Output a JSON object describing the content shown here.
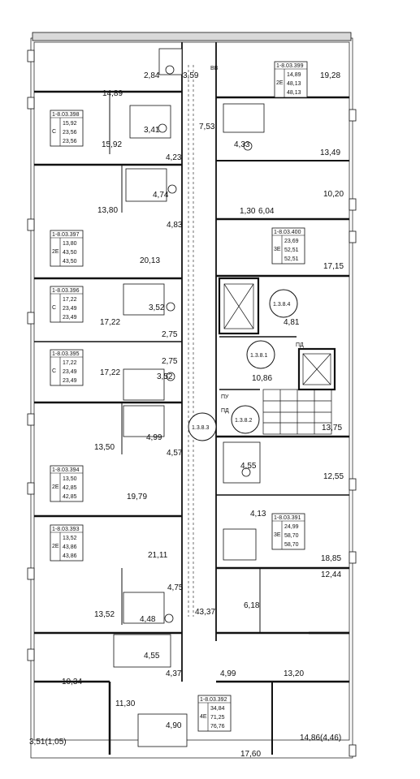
{
  "room_areas": {
    "r1": "2,84",
    "r2": "3,59",
    "r3": "19,28",
    "r4": "14,89",
    "r5": "3,41",
    "r6": "7,53",
    "r7": "15,92",
    "r8": "4,33",
    "r9": "13,49",
    "r10": "4,23",
    "r11": "4,74",
    "r12": "13,80",
    "r13": "1,30",
    "r14": "6,04",
    "r15": "10,20",
    "r16": "4,83",
    "r17": "20,13",
    "r18": "17,15",
    "r19": "3,52",
    "r20": "4,81",
    "r21": "17,22",
    "r22": "2,75",
    "r23": "2,75",
    "r24": "17,22",
    "r25": "3,52",
    "r26": "10,86",
    "r27": "13,75",
    "r28": "4,99",
    "r29": "13,50",
    "r30": "4,57",
    "r31": "4,55",
    "r32": "12,55",
    "r33": "19,79",
    "r34": "4,13",
    "r35": "21,11",
    "r36": "18,85",
    "r37": "12,44",
    "r38": "4,75",
    "r39": "6,18",
    "r40": "13,52",
    "r41": "43,37",
    "r42": "4,48",
    "r43": "4,55",
    "r44": "4,37",
    "r45": "4,99",
    "r46": "13,20",
    "r47": "10,34",
    "r48": "11,30",
    "r49": "4,90",
    "r50": "17,60",
    "r51": "3,51(1,05)",
    "r52": "14,86(4,46)"
  },
  "apartments": [
    {
      "code": "1-8.03.399",
      "type": "2Е",
      "v1": "14,89",
      "v2": "48,13",
      "v3": "48,13"
    },
    {
      "code": "1-8.03.398",
      "type": "С",
      "v1": "15,92",
      "v2": "23,56",
      "v3": "23,56"
    },
    {
      "code": "1-8.03.397",
      "type": "2Е",
      "v1": "13,80",
      "v2": "43,50",
      "v3": "43,50"
    },
    {
      "code": "1-8.03.400",
      "type": "3Е",
      "v1": "23,69",
      "v2": "52,51",
      "v3": "52,51"
    },
    {
      "code": "1-8.03.396",
      "type": "С",
      "v1": "17,22",
      "v2": "23,49",
      "v3": "23,49"
    },
    {
      "code": "1-8.03.395",
      "type": "С",
      "v1": "17,22",
      "v2": "23,49",
      "v3": "23,49"
    },
    {
      "code": "1-8.03.394",
      "type": "2Е",
      "v1": "13,50",
      "v2": "42,85",
      "v3": "42,85"
    },
    {
      "code": "1-8.03.393",
      "type": "2Е",
      "v1": "13,52",
      "v2": "43,86",
      "v3": "43,86"
    },
    {
      "code": "1-8.03.391",
      "type": "3Е",
      "v1": "24,99",
      "v2": "58,70",
      "v3": "58,70"
    },
    {
      "code": "1-8.03.392",
      "type": "4Е",
      "v1": "34,84",
      "v2": "71,25",
      "v3": "76,76"
    }
  ],
  "circle_labels": {
    "c1": "1.3.8.4",
    "c2": "1.3.8.1",
    "c3": "1.3.8.3",
    "c4": "1.3.8.2"
  },
  "small_labels": {
    "pu": "ПУ",
    "pd": "ПД",
    "vent": "ВВ"
  }
}
